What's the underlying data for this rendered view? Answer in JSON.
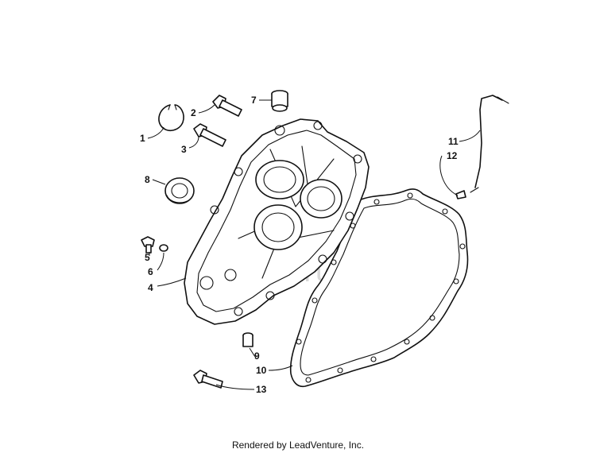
{
  "diagram": {
    "callouts": {
      "c1": "1",
      "c2": "2",
      "c3": "3",
      "c4": "4",
      "c5": "5",
      "c6": "6",
      "c7": "7",
      "c8": "8",
      "c9": "9",
      "c10": "10",
      "c11": "11",
      "c12": "12",
      "c13": "13"
    },
    "watermark": "VENTURE"
  },
  "footer": {
    "text": "Rendered by LeadVenture, Inc."
  }
}
